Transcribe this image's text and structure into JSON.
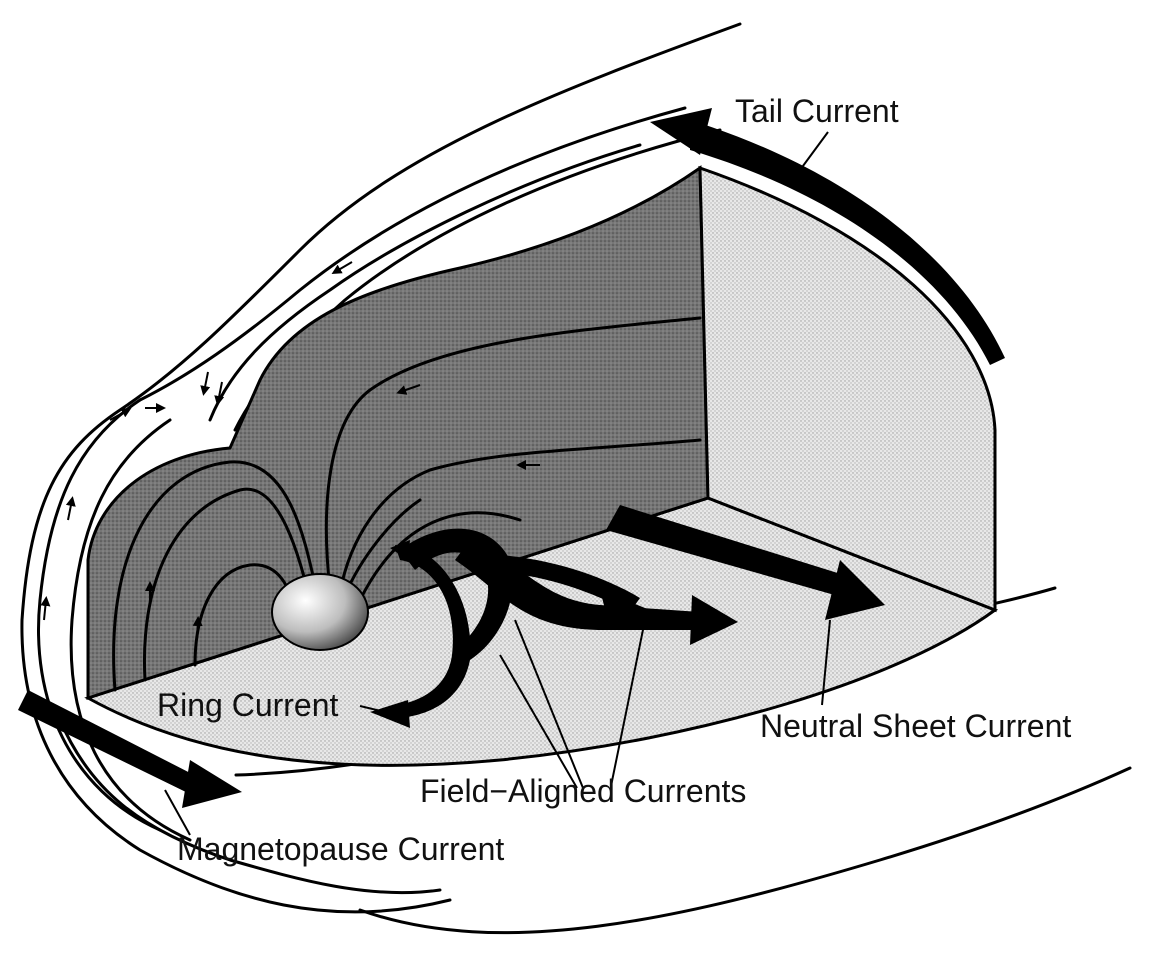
{
  "labels": {
    "tail_current": "Tail Current",
    "ring_current": "Ring Current",
    "neutral_sheet_current": "Neutral Sheet Current",
    "field_aligned_currents": "Field−Aligned Currents",
    "magnetopause_current": "Magnetopause Current"
  },
  "colors": {
    "line": "#000000",
    "background": "#ffffff",
    "dark_panel": "#6e6e6e",
    "light_panel": "#dcdcdc",
    "floor": "#e6e6e6"
  }
}
